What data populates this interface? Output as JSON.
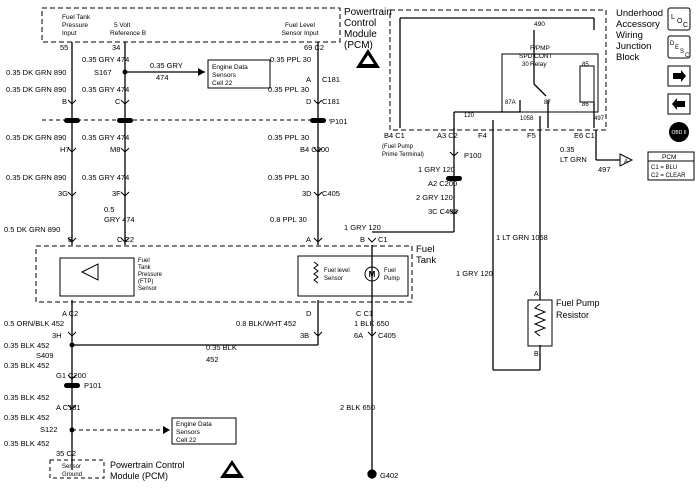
{
  "pcm_top": {
    "title": [
      "Powertrain",
      "Control",
      "Module",
      "(PCM)"
    ],
    "input_fuel_tank": [
      "Fuel Tank",
      "Pressure",
      "Input"
    ],
    "ref_5v": [
      "5 Volt",
      "Reference B"
    ],
    "input_fuel_level": [
      "Fuel Level",
      "Sensor Input"
    ]
  },
  "underhood": {
    "title": [
      "Underhood",
      "Accessory",
      "Wiring",
      "Junction",
      "Block"
    ],
    "relay": [
      "F/PMP",
      "SPD CONT",
      "Relay"
    ],
    "fuse_num": "490",
    "relay_pins": [
      "30",
      "85",
      "86",
      "87A",
      "87"
    ],
    "terminals": [
      "120",
      "1058",
      "497"
    ]
  },
  "fuel_tank_label": [
    "Fuel",
    "Tank"
  ],
  "ftp_sensor": [
    "Fuel",
    "Tank",
    "Pressure",
    "(FTP)",
    "Sensor"
  ],
  "fuel_level_sensor": [
    "Fuel level",
    "Sensor"
  ],
  "fuel_pump": [
    "Fuel",
    "Pump"
  ],
  "pump_motor": "M",
  "resistor": [
    "Fuel Pump",
    "Resistor"
  ],
  "pcm_bottom": [
    "Powertrain Control",
    "Module (PCM)"
  ],
  "sensor_ground": [
    "Sensor",
    "Ground"
  ],
  "eds_top": [
    "Engine Data",
    "Sensors",
    "Cell 22"
  ],
  "eds_bottom": [
    "Engine Data",
    "Sensors",
    "Cell 22"
  ],
  "pcm_legend": {
    "title": "PCM",
    "lines": [
      "C1 = BLU",
      "C2 = CLEAR"
    ]
  },
  "icons": {
    "location": [
      "L",
      "O",
      "C"
    ],
    "description": [
      "D",
      "E",
      "S",
      "C"
    ],
    "obd": "OBD II"
  },
  "prime": [
    "(Fuel Pump",
    "Prime Terminal)"
  ],
  "labels": {
    "l55": "55",
    "l34": "34",
    "l69c2": "69  C2",
    "w890a": "0.35 DK GRN  890",
    "w474a": "0.35 GRY  474",
    "s167": "S167",
    "w474b": "0.35 GRY",
    "n474": "474",
    "w30a": "0.35 PPL  30",
    "a_c181": "A",
    "c181": "C181",
    "w890b": "0.35 DK GRN  890",
    "w474c": "0.35 GRY  474",
    "w30b": "0.35 PPL  30",
    "b": "B",
    "c": "C",
    "d": "D",
    "c181b": "C181",
    "p101": "P101",
    "w890c": "0.35 DK GRN  890",
    "w474d": "0.35 GRY  474",
    "w30c": "0.35 PPL  30",
    "h7": "H7",
    "m8": "M8",
    "b4c200": "B4  C200",
    "w890d": "0.35 DK GRN  890",
    "w474e": "0.35 GRY  474",
    "w30d": "0.35 PPL  30",
    "g3": "3G",
    "f3": "3F",
    "d3": "3D",
    "c405": "C405",
    "w05": "0.5",
    "gry474": "GRY  474",
    "w30e": "0.8 PPL  30",
    "w890e": "0.5 DK GRN  890",
    "b2": "B",
    "c2": "C  C2",
    "a2": "A",
    "b3": "B",
    "gry120": "1 GRY  120",
    "c1": "C1",
    "b4c1": "B4  C1",
    "a3c2": "A3  C2",
    "f4": "F4",
    "f5": "F5",
    "e6c1": "E6  C1",
    "w035": "0.35",
    "ltgrn": "LT GRN",
    "n497": "497",
    "p100": "P100",
    "gry120b": "1 GRY  120",
    "a2c200": "A2  C200",
    "gry120c": "2 GRY  120",
    "c3c405": "3C  C405",
    "ltgrn1058": "1 LT GRN  1058",
    "gry120d": "1 GRY  120",
    "A": "A",
    "ac2": "A  C2",
    "d2": "D",
    "cc1": "C  C1",
    "orn452": "0.5 ORN/BLK  452",
    "blkwht": "0.8 BLK/WHT  452",
    "blk650": "1 BLK  650",
    "h3": "3H",
    "b3b": "3B",
    "a6": "6A",
    "c405b": "C405",
    "blk452a": "0.35 BLK  452",
    "s409": "S409",
    "blk452b": "0.35 BLK",
    "n452": "452",
    "blk452c": "0.35 BLK  452",
    "g1c200": "G1  C200",
    "p101b": "P101",
    "blk452d": "0.35 BLK  452",
    "ac181": "A  C181",
    "blk452e": "0.35 BLK  452",
    "s122": "S122",
    "blk452f": "0.35 BLK  452",
    "l35": "35  C2",
    "blk650b": "2 BLK  650",
    "g402": "G402",
    "resA": "A",
    "resB": "B"
  }
}
